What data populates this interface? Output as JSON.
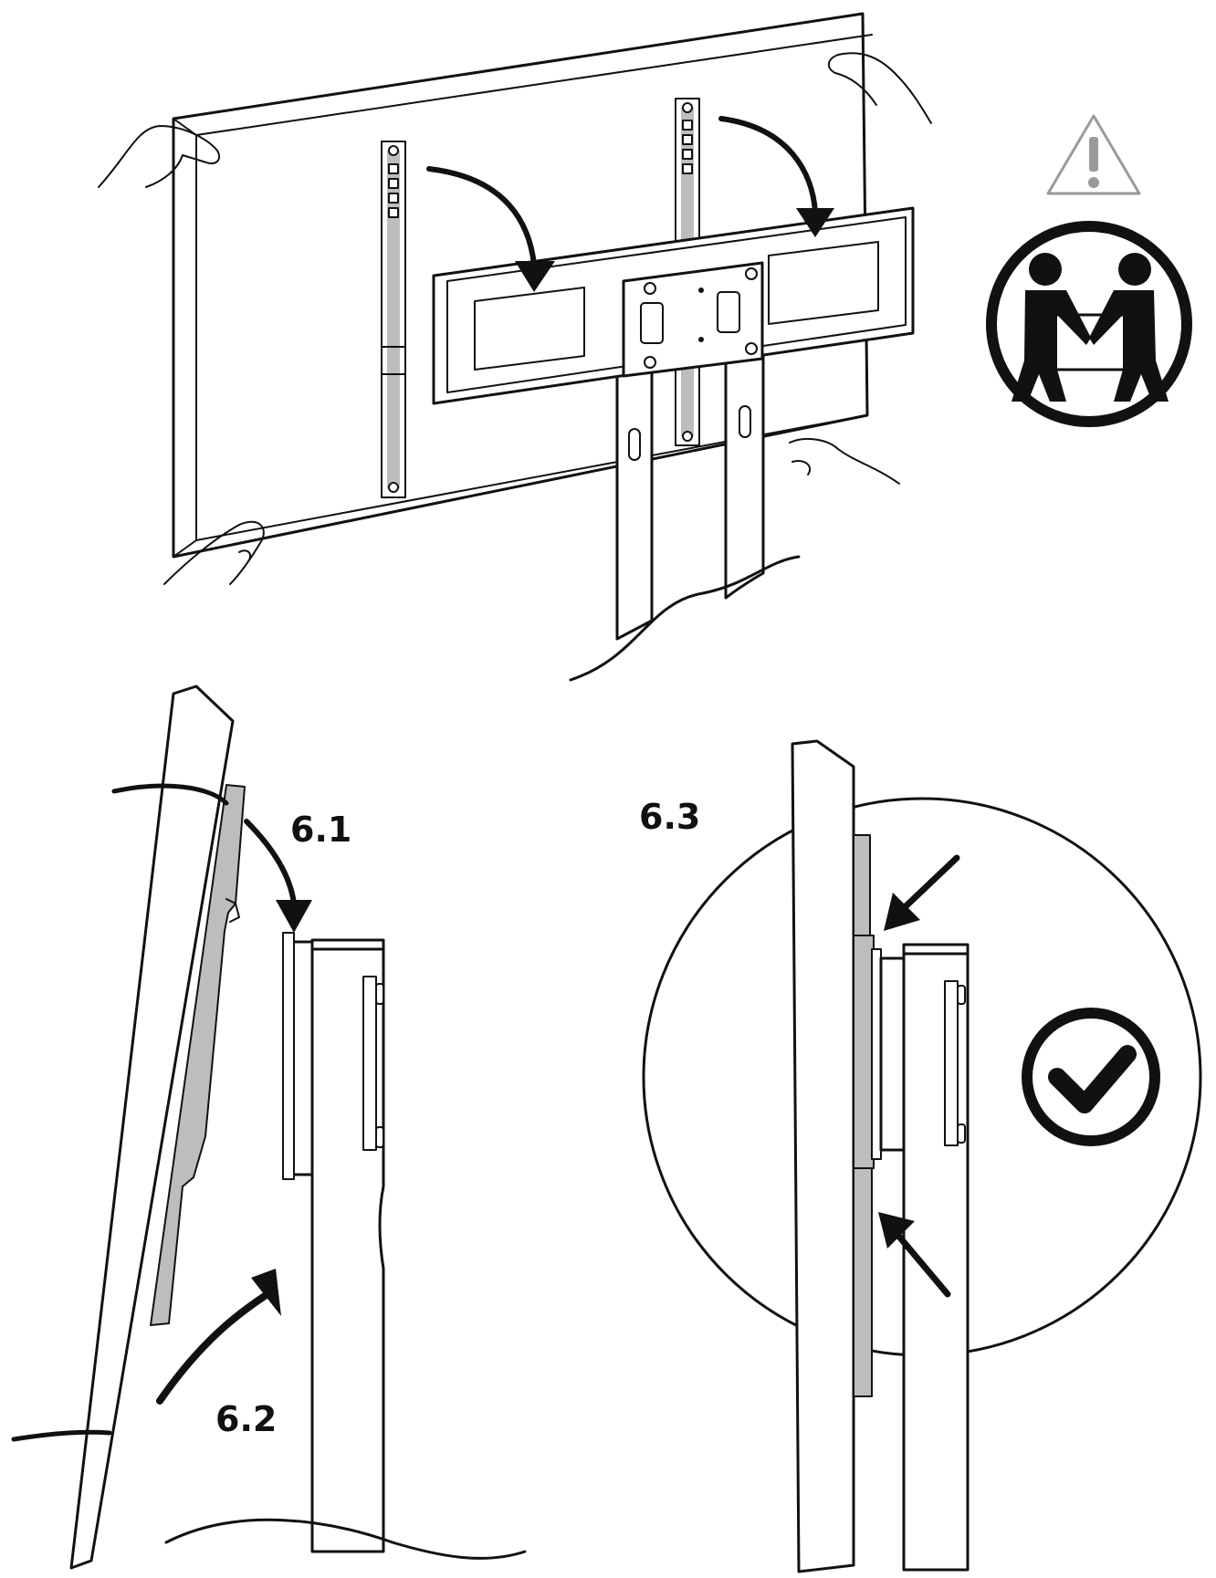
{
  "steps": {
    "step_6_1": "6.1",
    "step_6_2": "6.2",
    "step_6_3": "6.3"
  },
  "icons": {
    "warning": "warning-triangle-icon",
    "two_person_lift": "two-person-lift-icon",
    "confirm": "checkmark-circle-icon"
  },
  "colors": {
    "line": "#111111",
    "tv_back": "#cfcfcf",
    "bracket": "#bdbdbd",
    "background": "#ffffff"
  }
}
